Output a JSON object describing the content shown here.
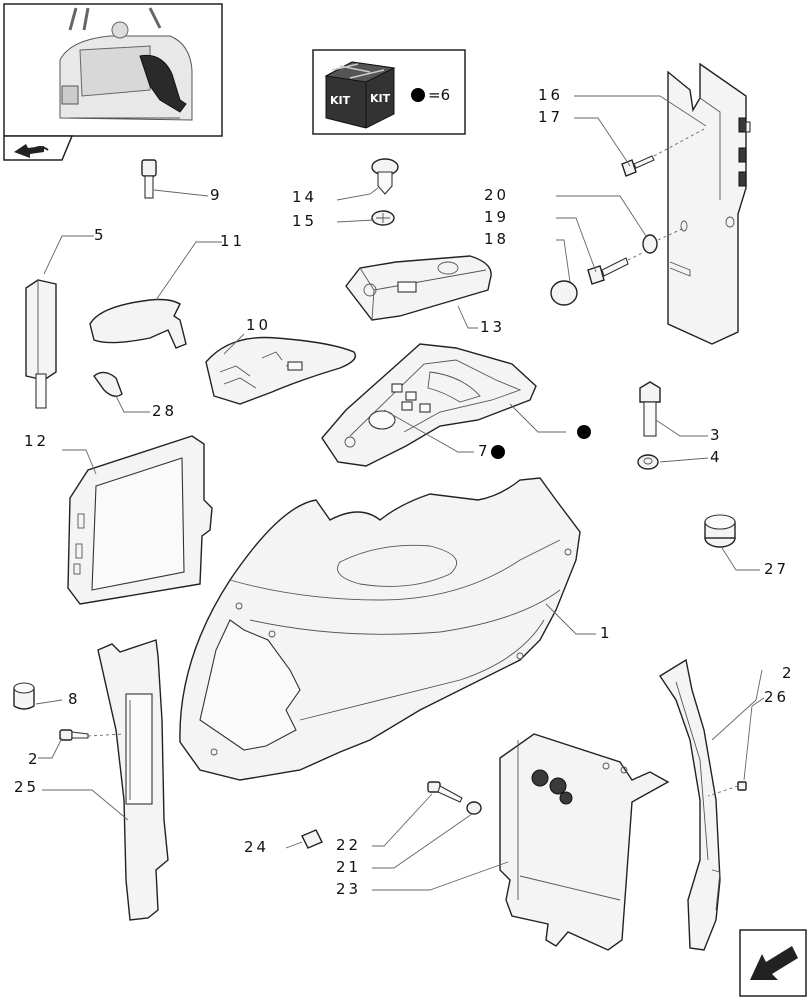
{
  "kit_box": {
    "kit_label_left": "KIT",
    "kit_label_right": "KIT",
    "note": "=6"
  },
  "callouts": {
    "c1": "1",
    "c2a": "2",
    "c2b": "2",
    "c3": "3",
    "c4": "4",
    "c5": "5",
    "c7": "7",
    "c8": "8",
    "c9": "9",
    "c10": "10",
    "c11": "11",
    "c12": "12",
    "c13": "13",
    "c14": "14",
    "c15": "15",
    "c16": "16",
    "c17": "17",
    "c18": "18",
    "c19": "19",
    "c20": "20",
    "c21": "21",
    "c22": "22",
    "c23": "23",
    "c24": "24",
    "c25": "25",
    "c26": "26",
    "c27": "27",
    "c28": "28"
  },
  "icons": {
    "thumbnail": "tractor-cab-thumbnail",
    "back_arrow": "back-arrow-icon",
    "next_arrow": "next-page-arrow-icon",
    "kit_marker": "kit-bullet-icon"
  }
}
